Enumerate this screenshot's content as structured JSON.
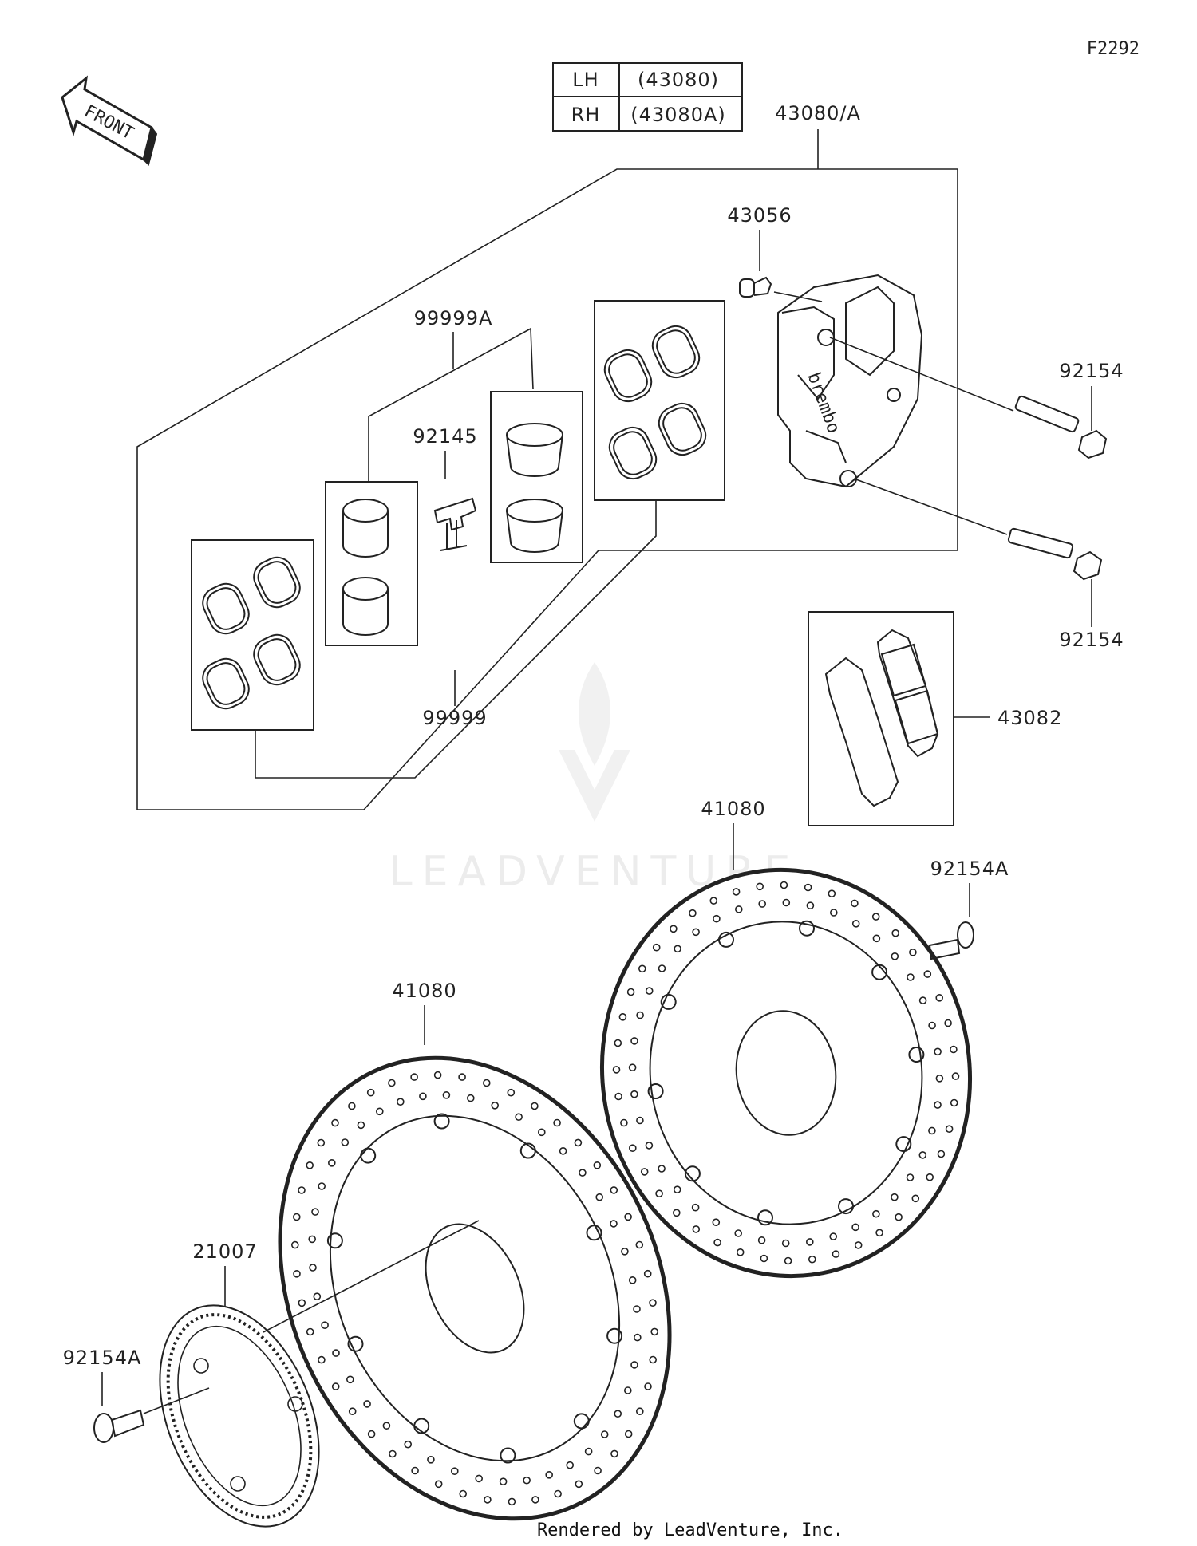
{
  "figure_code": "F2292",
  "front_arrow_label": "FRONT",
  "side_table": {
    "rows": [
      {
        "side": "LH",
        "part": "(43080)"
      },
      {
        "side": "RH",
        "part": "(43080A)"
      }
    ]
  },
  "callouts": {
    "caliper_assembly": "43080/A",
    "bleeder": "43056",
    "bolt_upper": "92154",
    "bolt_lower": "92154",
    "pad_spring": "92145",
    "seal_kit_a": "99999A",
    "seal_kit": "99999",
    "brake_pads": "43082",
    "disc_right": "41080",
    "disc_left": "41080",
    "disc_bolt_right": "92154A",
    "disc_bolt_left": "92154A",
    "sensor_rotor": "21007"
  },
  "caliper_brand": "brembo",
  "watermark": "LEADVENTURE",
  "footer": "Rendered by LeadVenture, Inc."
}
